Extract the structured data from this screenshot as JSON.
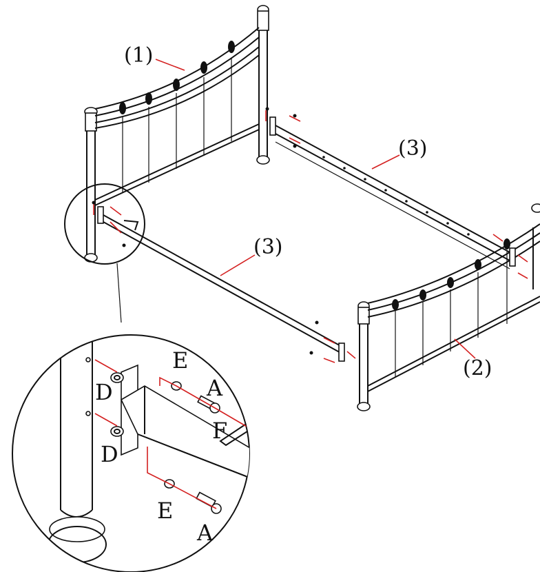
{
  "labels": {
    "headboard": "(1)",
    "footboard": "(2)",
    "rail_back": "(3)",
    "rail_front": "(3)"
  },
  "detail_labels": {
    "washer_top": "D",
    "washer_bottom": "D",
    "lock_washer_top": "E",
    "lock_washer_bottom": "E",
    "bolt_top": "A",
    "bolt_bottom": "A",
    "allen_key": "F"
  },
  "colors": {
    "line": "#111111",
    "leader": "#d42020",
    "background": "#ffffff"
  }
}
